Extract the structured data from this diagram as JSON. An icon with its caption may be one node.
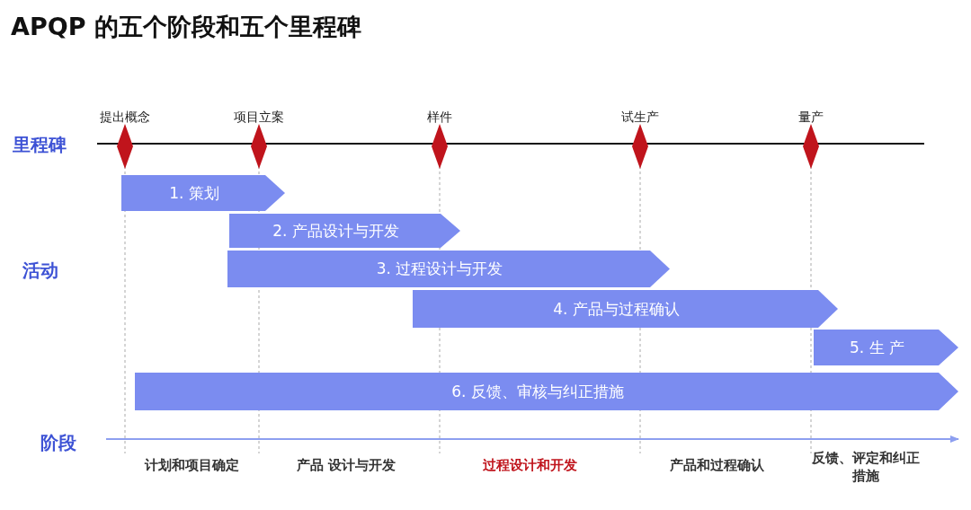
{
  "diagram": {
    "title": "APQP 的五个阶段和五个里程碑",
    "nodes": [
      {
        "text": [
          "提出概念"
        ]
      },
      {
        "text": [
          "项目立案"
        ]
      },
      {
        "text": [
          "样件"
        ]
      },
      {
        "text": [
          "试生产"
        ]
      },
      {
        "text": [
          "量产"
        ]
      },
      {
        "text": [
          "1. 策划"
        ]
      },
      {
        "text": [
          "2. 产品设计与开发"
        ]
      },
      {
        "text": [
          "3. 过程设计与开发"
        ]
      },
      {
        "text": [
          "4. 产品与过程确认"
        ]
      },
      {
        "text": [
          "5.  生 产"
        ]
      },
      {
        "text": [
          "6.  反馈、审核与纠正措施"
        ]
      }
    ],
    "labels": [
      "里程碑",
      "活动",
      "阶段",
      "计划和项目确定",
      "产品  设计与开发",
      "过程设计和开发",
      "产品和过程确认",
      "反馈、评定和纠正措施"
    ]
  }
}
